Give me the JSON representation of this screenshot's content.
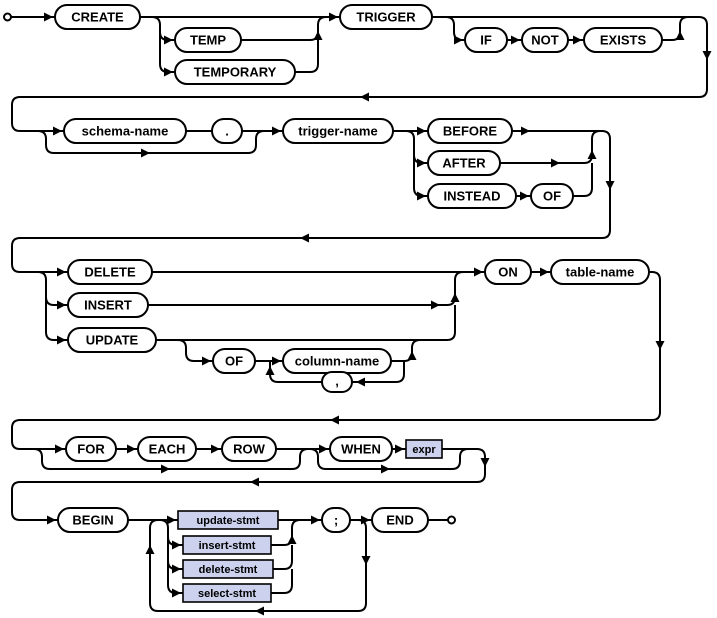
{
  "colors": {
    "line": "#000000",
    "terminal_fill": "#ffffff",
    "nonterminal_fill": "#ccd2ee",
    "background": "#ffffff"
  },
  "nodes": {
    "create": "CREATE",
    "temp": "TEMP",
    "temporary": "TEMPORARY",
    "trigger": "TRIGGER",
    "if": "IF",
    "not": "NOT",
    "exists": "EXISTS",
    "schema_name": "schema-name",
    "dot": ".",
    "trigger_name": "trigger-name",
    "before": "BEFORE",
    "after": "AFTER",
    "instead": "INSTEAD",
    "of": "OF",
    "delete": "DELETE",
    "insert": "INSERT",
    "update": "UPDATE",
    "column_name": "column-name",
    "comma": ",",
    "on": "ON",
    "table_name": "table-name",
    "for": "FOR",
    "each": "EACH",
    "row": "ROW",
    "when": "WHEN",
    "expr": "expr",
    "begin": "BEGIN",
    "update_stmt": "update-stmt",
    "insert_stmt": "insert-stmt",
    "delete_stmt": "delete-stmt",
    "select_stmt": "select-stmt",
    "semicolon": ";",
    "end": "END"
  }
}
